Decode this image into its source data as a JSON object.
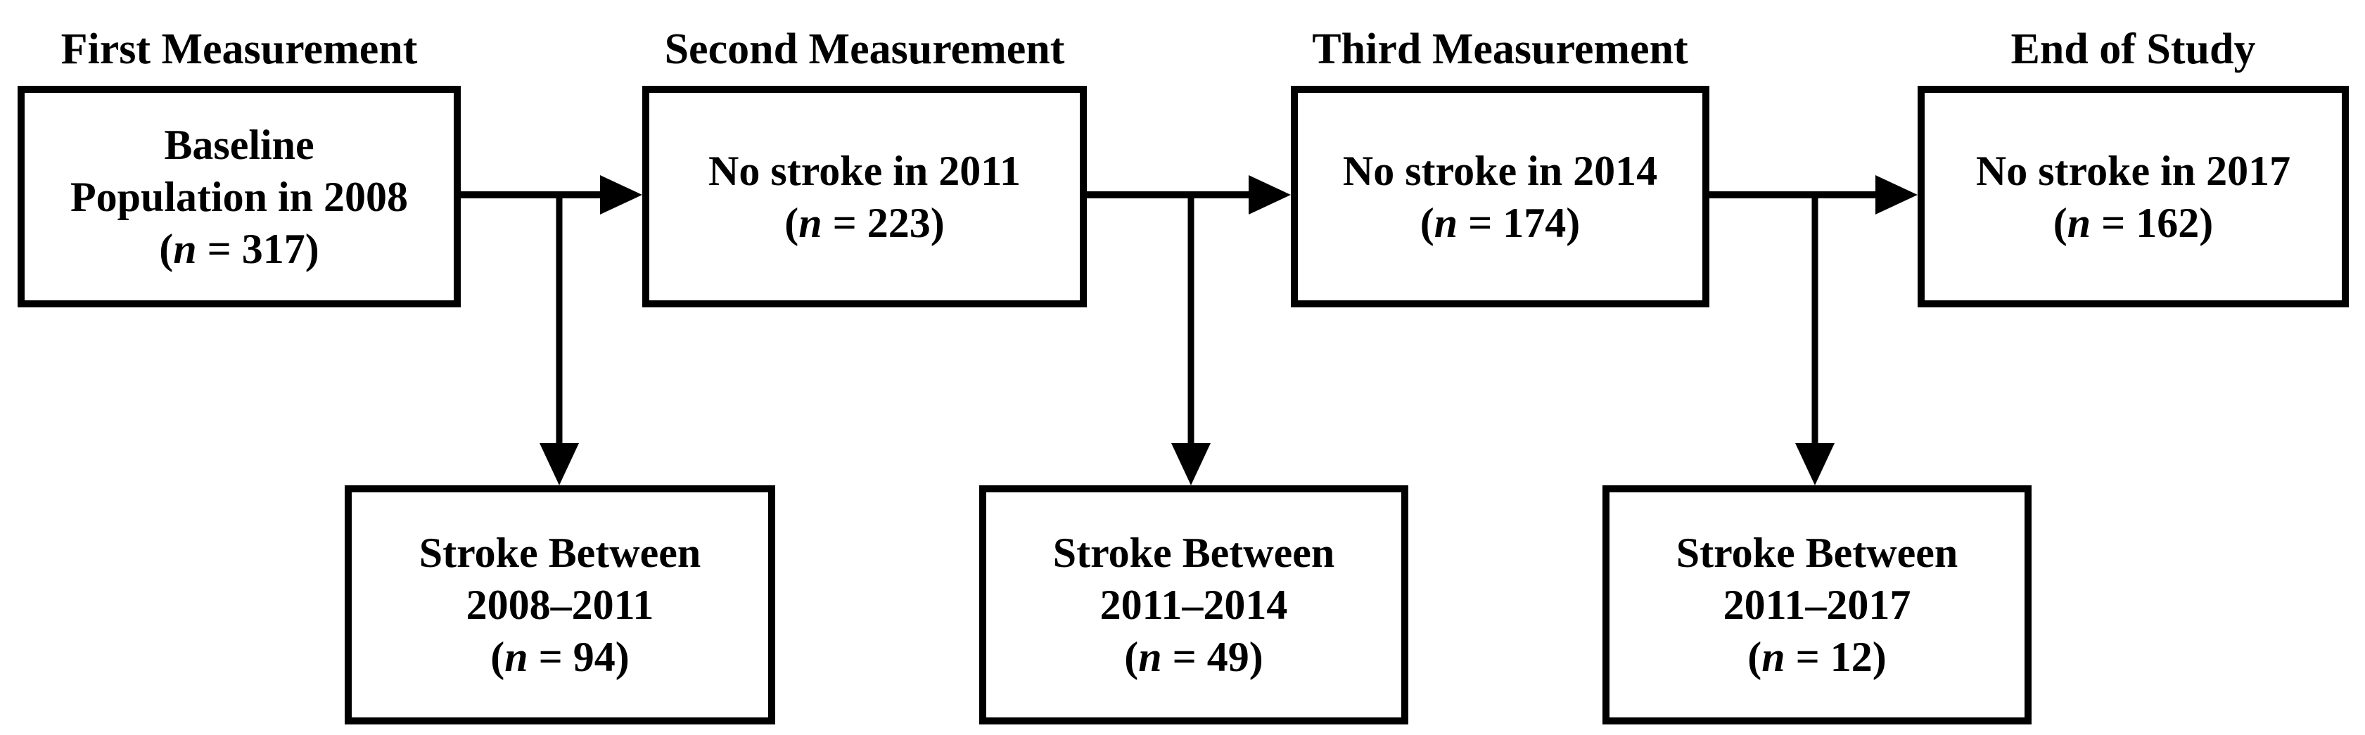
{
  "colors": {
    "background": "#ffffff",
    "line": "#000000",
    "text": "#000000"
  },
  "headers": [
    {
      "label": "First Measurement"
    },
    {
      "label": "Second Measurement"
    },
    {
      "label": "Third Measurement"
    },
    {
      "label": "End of Study"
    }
  ],
  "top_boxes": [
    {
      "line1": "Baseline",
      "line2": "Population in 2008",
      "n_open": "(",
      "n_var": "n",
      "n_rest": " = 317)",
      "n": 317
    },
    {
      "line1": "No stroke in 2011",
      "n_open": "(",
      "n_var": "n",
      "n_rest": " = 223)",
      "n": 223
    },
    {
      "line1": "No stroke in 2014",
      "n_open": "(",
      "n_var": "n",
      "n_rest": " = 174)",
      "n": 174
    },
    {
      "line1": "No stroke in 2017",
      "n_open": "(",
      "n_var": "n",
      "n_rest": " = 162)",
      "n": 162
    }
  ],
  "bottom_boxes": [
    {
      "line1": "Stroke Between",
      "line2": "2008–2011",
      "n_open": "(",
      "n_var": "n",
      "n_rest": " = 94)",
      "n": 94
    },
    {
      "line1": "Stroke Between",
      "line2": "2011–2014",
      "n_open": "(",
      "n_var": "n",
      "n_rest": " = 49)",
      "n": 49
    },
    {
      "line1": "Stroke Between",
      "line2": "2011–2017",
      "n_open": "(",
      "n_var": "n",
      "n_rest": " = 12)",
      "n": 12
    }
  ],
  "connections": [
    {
      "from": "box-baseline-population-2008",
      "to": "box-no-stroke-2011"
    },
    {
      "from": "box-baseline-population-2008",
      "to": "box-stroke-between-2008-2011"
    },
    {
      "from": "box-no-stroke-2011",
      "to": "box-no-stroke-2014"
    },
    {
      "from": "box-no-stroke-2011",
      "to": "box-stroke-between-2011-2014"
    },
    {
      "from": "box-no-stroke-2014",
      "to": "box-no-stroke-2017"
    },
    {
      "from": "box-no-stroke-2014",
      "to": "box-stroke-between-2011-2017"
    }
  ]
}
